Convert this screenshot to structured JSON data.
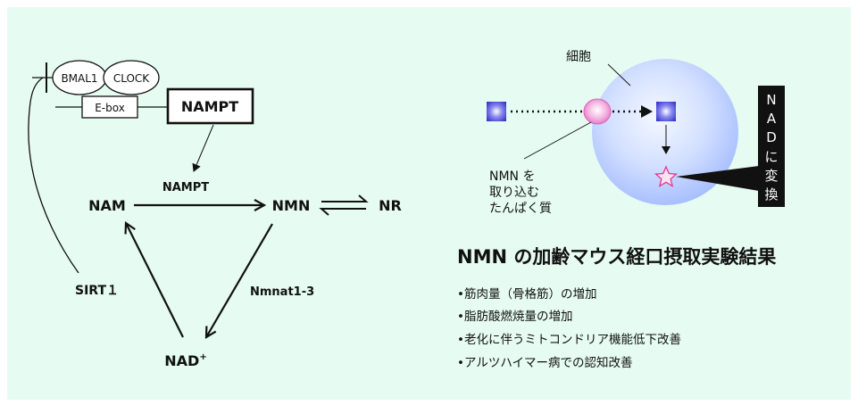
{
  "pathway": {
    "bmal1": "BMAL1",
    "clock": "CLOCK",
    "ebox": "E-box",
    "nampt_gene": "NAMPT",
    "nampt_enzyme": "NAMPT",
    "nam": "NAM",
    "nmn": "NMN",
    "nr": "NR",
    "nad": "NAD",
    "nad_sup": "+",
    "nmnat": "Nmnat1-3",
    "sirt1": "SIRT１"
  },
  "cell": {
    "label": "細胞",
    "transporter_label_lines": [
      "NMN を",
      "取り込む",
      "たんぱく質"
    ],
    "conversion_label_chars": [
      "N",
      "A",
      "D",
      "に",
      "変",
      "換"
    ]
  },
  "results": {
    "title": "NMN の加齢マウス経口摂取実験結果",
    "items": [
      "•筋肉量（骨格筋）の増加",
      "•脂肪酸燃焼量の増加",
      "•老化に伴うミトコンドリア機能低下改善",
      "•アルツハイマー病での認知改善"
    ]
  },
  "colors": {
    "panel_bg": "#e6fbf2",
    "cell_fill": "#bcd0ff",
    "nmn_square": "#4747d8",
    "transporter": "#ef9fd8",
    "star": "#e8338f"
  }
}
